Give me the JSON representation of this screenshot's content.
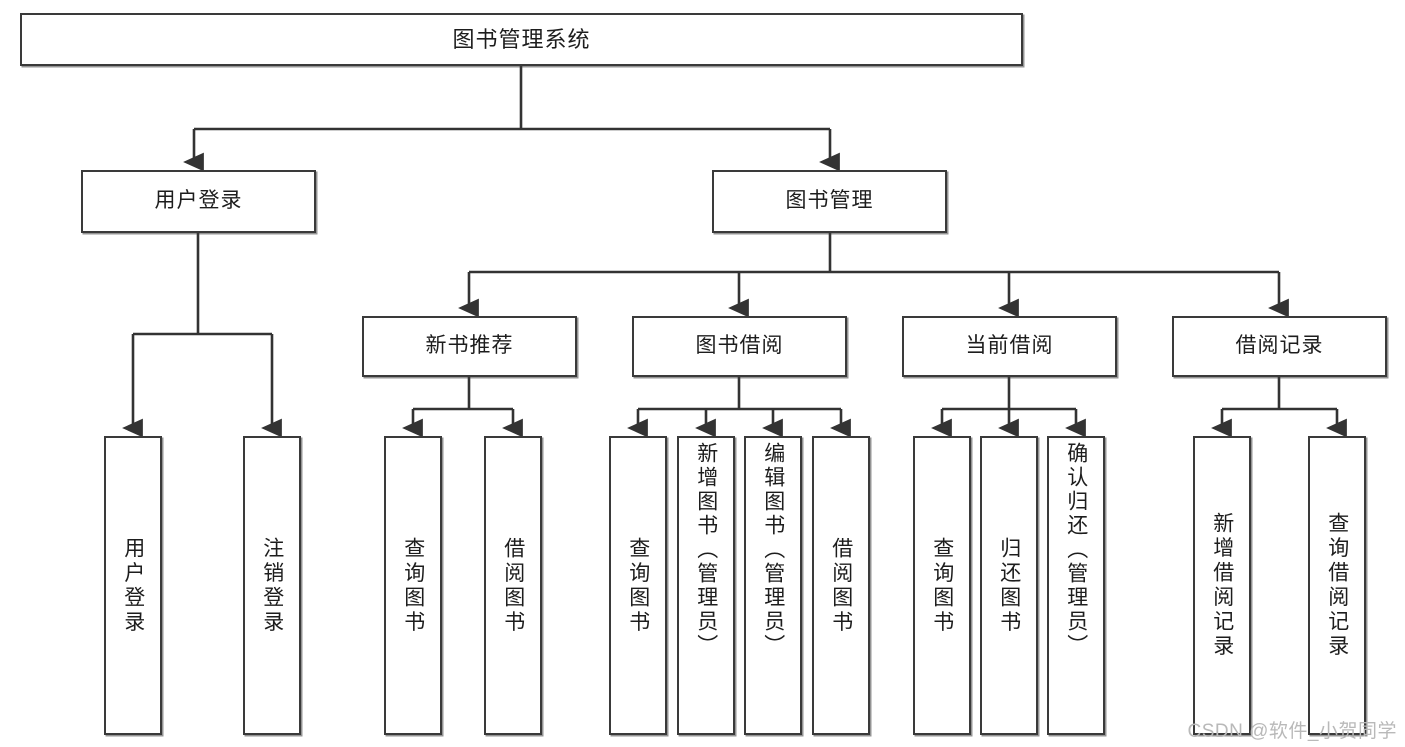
{
  "diagram": {
    "title": "图书管理系统",
    "type": "tree",
    "watermark": "CSDN @软件_小贺同学",
    "colors": {
      "box_border": "#3a3a3a",
      "box_fill": "#ffffff",
      "edge": "#3a3a3a",
      "text": "#1d1d1d",
      "watermark": "#b9b9b9"
    },
    "levels": {
      "root": {
        "label": "图书管理系统"
      },
      "level2": [
        {
          "label": "用户登录"
        },
        {
          "label": "图书管理"
        }
      ],
      "level3": [
        {
          "label": "新书推荐"
        },
        {
          "label": "图书借阅"
        },
        {
          "label": "当前借阅"
        },
        {
          "label": "借阅记录"
        }
      ]
    },
    "leaves": {
      "user_login": [
        {
          "label": "用户登录"
        },
        {
          "label": "注销登录"
        }
      ],
      "new_book": [
        {
          "label": "查询图书"
        },
        {
          "label": "借阅图书"
        }
      ],
      "book_borrow": [
        {
          "label": "查询图书"
        },
        {
          "label": "新增图书（管理员）"
        },
        {
          "label": "编辑图书（管理员）"
        },
        {
          "label": "借阅图书"
        }
      ],
      "current_borrow": [
        {
          "label": "查询图书"
        },
        {
          "label": "归还图书"
        },
        {
          "label": "确认归还（管理员）"
        }
      ],
      "borrow_record": [
        {
          "label": "新增借阅记录"
        },
        {
          "label": "查询借阅记录"
        }
      ]
    }
  }
}
